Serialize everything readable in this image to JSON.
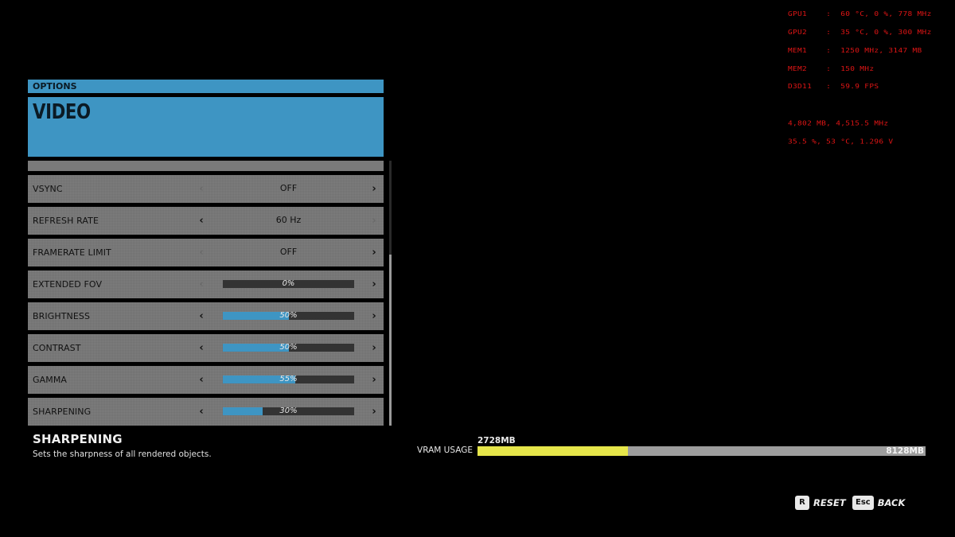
{
  "osd": {
    "lines": [
      "GPU1    :  60 °C, 0 %, 778 MHz",
      "GPU2    :  35 °C, 0 %, 300 MHz",
      "MEM1    :  1250 MHz, 3147 MB",
      "MEM2    :  150 MHz",
      "D3D11   :  59.9 FPS"
    ],
    "lines2": [
      "4,802 MB, 4,515.5 MHz",
      "35.5 %, 53 °C, 1.296 V"
    ]
  },
  "header": {
    "section": "OPTIONS",
    "title": "VIDEO"
  },
  "settings": [
    {
      "label": "VSYNC",
      "type": "select",
      "value": "OFF",
      "left_enabled": false,
      "right_enabled": true
    },
    {
      "label": "REFRESH RATE",
      "type": "select",
      "value": "60 Hz",
      "left_enabled": true,
      "right_enabled": false
    },
    {
      "label": "FRAMERATE LIMIT",
      "type": "select",
      "value": "OFF",
      "left_enabled": false,
      "right_enabled": true
    },
    {
      "label": "EXTENDED FOV",
      "type": "slider",
      "value": "0%",
      "level": 0,
      "left_enabled": false,
      "right_enabled": true
    },
    {
      "label": "BRIGHTNESS",
      "type": "slider",
      "value": "50%",
      "level": 50,
      "left_enabled": true,
      "right_enabled": true
    },
    {
      "label": "CONTRAST",
      "type": "slider",
      "value": "50%",
      "level": 50,
      "left_enabled": true,
      "right_enabled": true
    },
    {
      "label": "GAMMA",
      "type": "slider",
      "value": "55%",
      "level": 55,
      "left_enabled": true,
      "right_enabled": true
    },
    {
      "label": "SHARPENING",
      "type": "slider",
      "value": "30%",
      "level": 30,
      "left_enabled": true,
      "right_enabled": true
    }
  ],
  "arrows": {
    "left": "‹",
    "right": "›"
  },
  "description": {
    "title": "SHARPENING",
    "text": "Sets the sharpness of all rendered objects."
  },
  "vram": {
    "label": "VRAM USAGE",
    "used": "2728MB",
    "total": "8128MB",
    "used_fraction": 0.3356
  },
  "actions": {
    "reset_key": "R",
    "reset_label": "RESET",
    "back_key": "Esc",
    "back_label": "BACK"
  },
  "colors": {
    "accent": "#3e95c3",
    "vram_fill": "#e6e64a",
    "osd": "#e01515"
  }
}
